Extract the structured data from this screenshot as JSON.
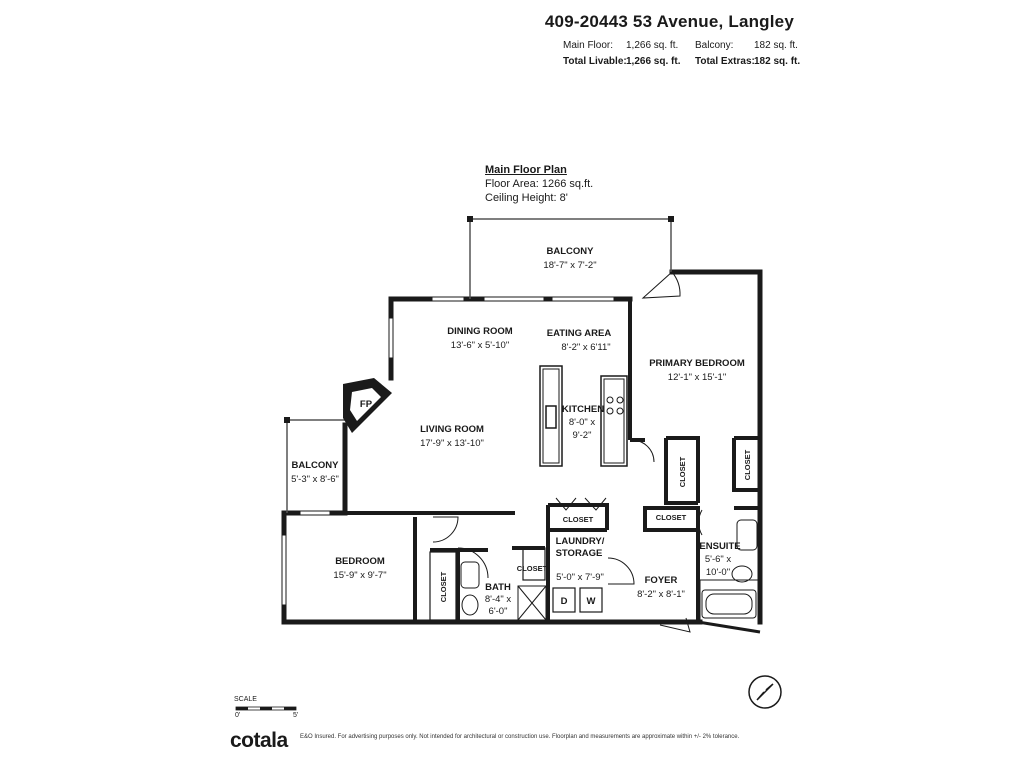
{
  "header": {
    "address": "409-20443 53 Avenue, Langley",
    "main_floor_label": "Main Floor:",
    "main_floor_value": "1,266 sq. ft.",
    "balcony_label": "Balcony:",
    "balcony_value": "182 sq. ft.",
    "total_livable_label": "Total Livable:",
    "total_livable_value": "1,266 sq. ft.",
    "total_extras_label": "Total Extras:",
    "total_extras_value": "182 sq. ft."
  },
  "plan": {
    "title": "Main Floor Plan",
    "floor_area": "Floor Area: 1266 sq.ft.",
    "ceiling_height": "Ceiling Height: 8'"
  },
  "rooms": {
    "balcony_top": {
      "name": "BALCONY",
      "dims": "18'-7\" x 7'-2\""
    },
    "dining": {
      "name": "DINING ROOM",
      "dims": "13'-6\" x 5'-10\""
    },
    "eating": {
      "name": "EATING AREA",
      "dims": "8'-2\" x 6'11\""
    },
    "primary": {
      "name": "PRIMARY BEDROOM",
      "dims": "12'-1\" x 15'-1\""
    },
    "fp": {
      "name": "FP"
    },
    "living": {
      "name": "LIVING ROOM",
      "dims": "17'-9\" x 13'-10\""
    },
    "kitchen": {
      "name": "KITCHEN",
      "dims1": "8'-0\" x",
      "dims2": "9'-2\""
    },
    "balcony_left": {
      "name": "BALCONY",
      "dims": "5'-3\" x 8'-6\""
    },
    "bedroom": {
      "name": "BEDROOM",
      "dims": "15'-9\" x 9'-7\""
    },
    "bath": {
      "name": "BATH",
      "dims1": "8'-4\" x",
      "dims2": "6'-0\""
    },
    "laundry": {
      "name1": "LAUNDRY/",
      "name2": "STORAGE",
      "dims": "5'-0\" x 7'-9\""
    },
    "foyer": {
      "name": "FOYER",
      "dims": "8'-2\" x 8'-1\""
    },
    "ensuite": {
      "name": "ENSUITE",
      "dims1": "5'-6\" x",
      "dims2": "10'-0\""
    },
    "closet": "CLOSET",
    "dryer": "D",
    "washer": "W"
  },
  "scale": {
    "label": "SCALE",
    "min": "0'",
    "max": "5'"
  },
  "footer": {
    "brand": "cotala",
    "disclaimer": "E&O Insured. For advertising purposes only. Not intended for architectural or construction use. Floorplan and measurements are approximate within +/- 2% tolerance."
  }
}
